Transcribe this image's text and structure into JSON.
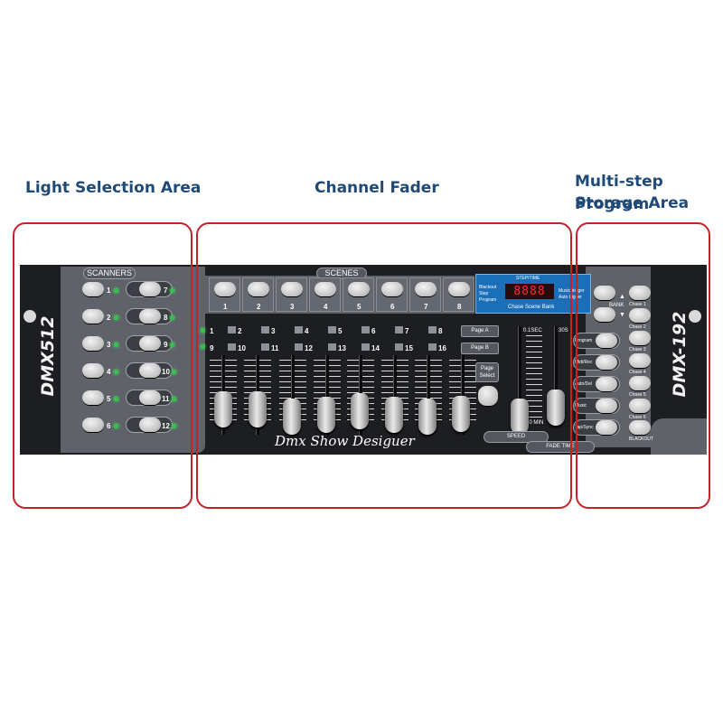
{
  "headings": {
    "light_selection": "Light Selection Area",
    "channel_fader": "Channel Fader",
    "program_storage_line1": "Multi-step Program",
    "program_storage_line2": "Storage Area"
  },
  "console": {
    "left_model": "DMX512",
    "right_model": "DMX-192",
    "brand_script": "Dmx Show Desiguer",
    "scanners_label": "SCANNERS",
    "scenes_label": "SCENES",
    "scanner_left_numbers": [
      "1",
      "2",
      "3",
      "4",
      "5",
      "6"
    ],
    "scanner_right_numbers": [
      "7",
      "8",
      "9",
      "10",
      "11",
      "12"
    ],
    "scene_numbers": [
      "1",
      "2",
      "3",
      "4",
      "5",
      "6",
      "7",
      "8"
    ],
    "channel_top_numbers": [
      "1",
      "2",
      "3",
      "4",
      "5",
      "6",
      "7",
      "8"
    ],
    "channel_bottom_numbers": [
      "9",
      "10",
      "11",
      "12",
      "13",
      "14",
      "15",
      "16"
    ],
    "page_a": "Page A",
    "page_b": "Page B",
    "page_select": "Page Select",
    "display_title": "STEP/TIME",
    "display_left_labels": [
      "Blackout",
      "Step",
      "Program"
    ],
    "display_right_labels": [
      "Music trigger",
      "Auto trigger"
    ],
    "display_bottom": "Chase Scene Bank",
    "display_value": "8888",
    "speed_top": "0.1SEC",
    "speed_side": "30S",
    "speed_bottom": "10 MIN",
    "speed_label": "SPEED",
    "fade_label": "FADE TIME",
    "bank_label": "BANK",
    "program_left_labels": [
      "Program",
      "Midi/Rec",
      "Auto/Del",
      "Music",
      "Tap/Sync"
    ],
    "chase_labels": [
      "Chase 1",
      "Chase 2",
      "Chase 3",
      "Chase 4",
      "Chase 5",
      "Chase 6"
    ],
    "blackout_label": "BLACKOUT"
  },
  "colors": {
    "heading": "#1f4a78",
    "zone_border": "#c4222a",
    "console_body": "#1d1e21",
    "panel_grey": "#5f6369",
    "led": "#31c24a",
    "display": "#1a6fb8",
    "readout": "#ff2a2a"
  }
}
